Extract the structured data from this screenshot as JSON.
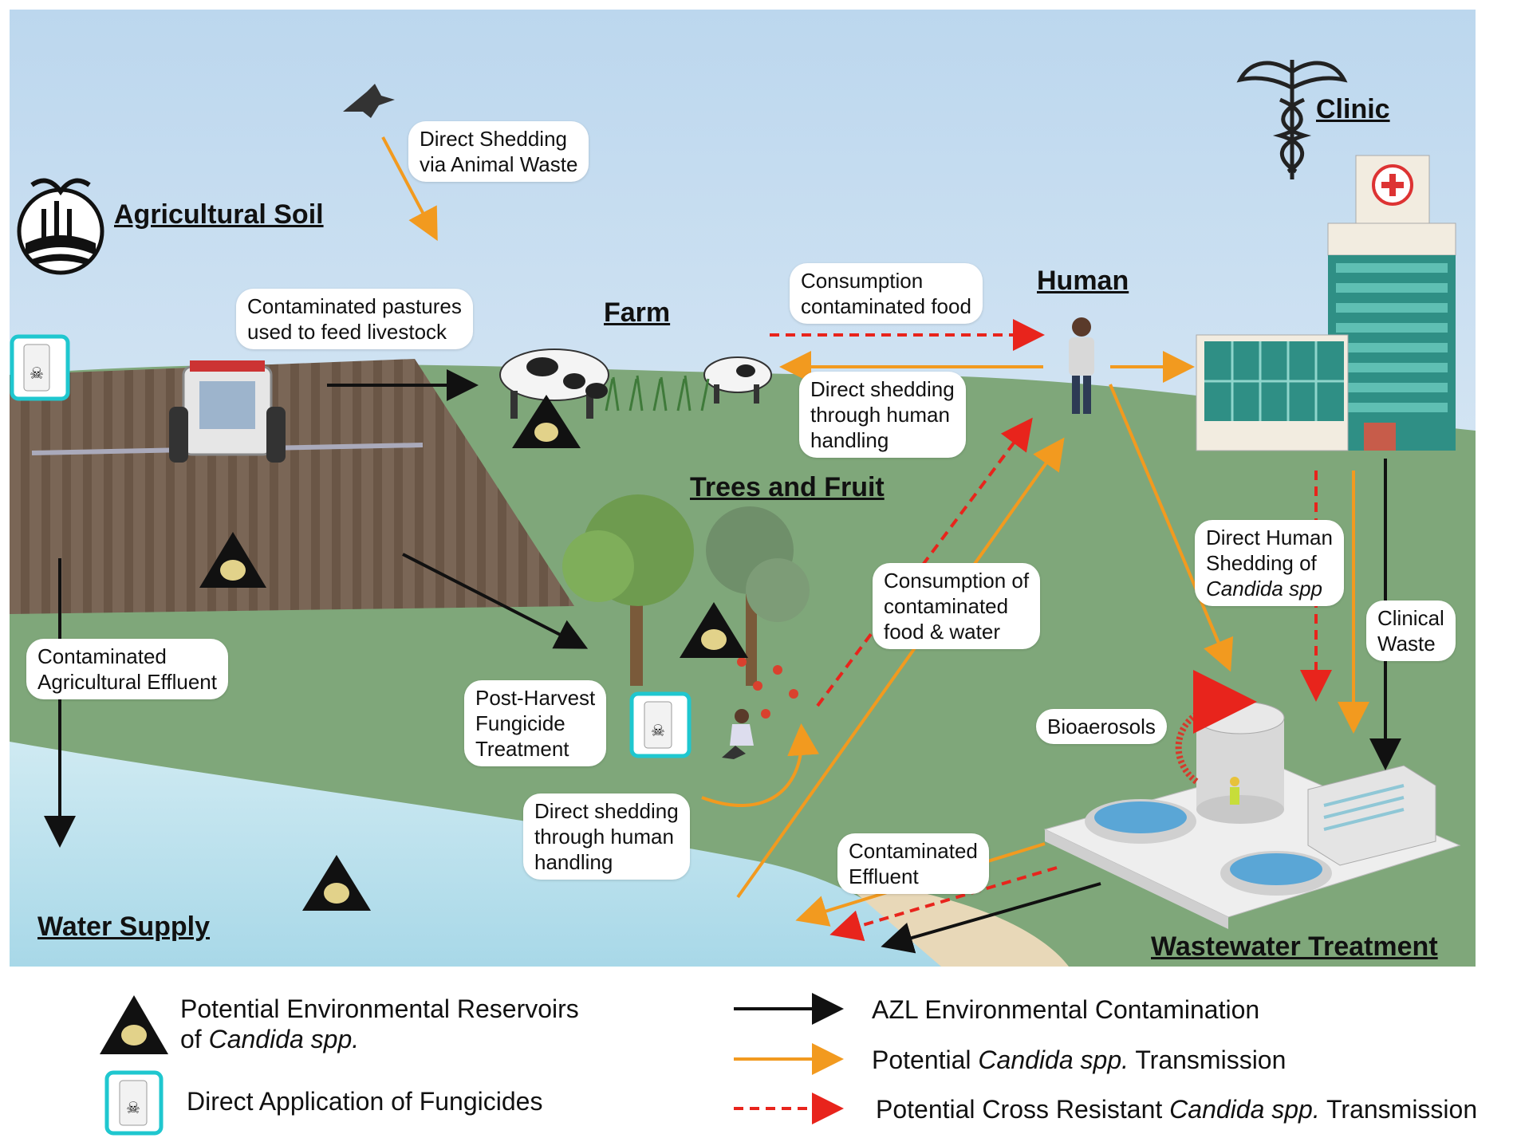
{
  "headings": {
    "agricultural_soil": "Agricultural Soil",
    "farm": "Farm",
    "human": "Human",
    "clinic": "Clinic",
    "trees_and_fruit": "Trees and Fruit",
    "water_supply": "Water Supply",
    "wastewater_treatment": "Wastewater Treatment"
  },
  "labels": {
    "direct_shedding_animal": [
      "Direct Shedding",
      "via Animal Waste"
    ],
    "contaminated_pastures": [
      "Contaminated pastures",
      "used to feed livestock"
    ],
    "consumption_contaminated_food": [
      "Consumption",
      "contaminated food"
    ],
    "direct_shedding_human_farm": [
      "Direct shedding",
      "through human",
      "handling"
    ],
    "direct_human_shedding_candida": [
      "Direct Human",
      "Shedding of",
      "Candida spp"
    ],
    "clinical_waste": [
      "Clinical",
      "Waste"
    ],
    "consumption_food_water": [
      "Consumption of",
      "contaminated",
      "food & water"
    ],
    "contaminated_agri_effluent": [
      "Contaminated",
      "Agricultural Effluent"
    ],
    "post_harvest": [
      "Post-Harvest",
      "Fungicide",
      "Treatment"
    ],
    "direct_shedding_human_fruit": [
      "Direct shedding",
      "through human",
      "handling"
    ],
    "bioaerosols": "Bioaerosols",
    "contaminated_effluent": [
      "Contaminated",
      "Effluent"
    ]
  },
  "legend": {
    "reservoir_line1": "Potential Environmental Reservoirs",
    "reservoir_line2_prefix": "of ",
    "reservoir_line2_em": "Candida spp.",
    "fungicide": "Direct Application of Fungicides",
    "azl": "AZL  Environmental Contamination",
    "candida_prefix": "Potential ",
    "candida_em": "Candida spp.",
    "candida_suffix": " Transmission",
    "cross_prefix": "Potential Cross Resistant ",
    "cross_em": "Candida spp.",
    "cross_suffix": " Transmission"
  },
  "colors": {
    "sky_top": "#bcd7ee",
    "sky_bottom": "#e6f0f8",
    "grass": "#7fa77a",
    "soil": "#7a6656",
    "water": "#bfe3ee",
    "azl_arrow": "#111111",
    "candida_arrow": "#f29a1f",
    "cross_resistant_arrow": "#e8241c",
    "fungicide_border": "#1fc7cf"
  },
  "icons": {
    "reservoir": "triangle-yeast-icon",
    "fungicide": "fungicide-bottle-icon",
    "clinic": "caduceus-icon",
    "soil": "agriculture-field-icon"
  }
}
